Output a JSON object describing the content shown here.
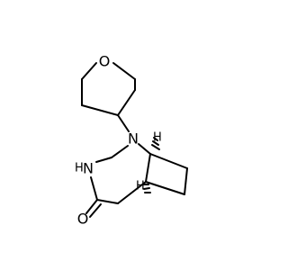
{
  "atoms": {
    "ring_oxygen": "O",
    "bridge_nitrogen": "N",
    "amide_nitrogen": "N",
    "amide_nitrogen_h": "H",
    "carbonyl_oxygen": "O",
    "upper_bridgehead_h": "H",
    "lower_bridgehead_h": "H"
  },
  "colors": {
    "bond": "#000000",
    "label": "#000000",
    "background": "#ffffff"
  }
}
